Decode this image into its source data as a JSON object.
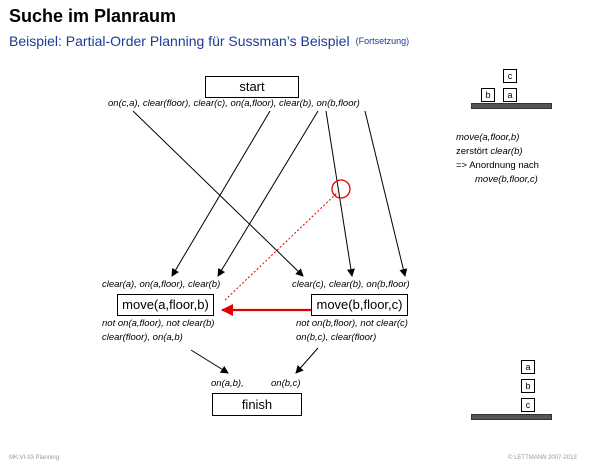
{
  "header": {
    "title": "Suche im Planraum",
    "subtitle": "Beispiel: Partial-Order Planning für Sussman’s Beispiel",
    "subtitle_note": "(Fortsetzung)"
  },
  "steps": {
    "start": "start",
    "start_effects": "on(c,a), clear(floor), clear(c), on(a,floor), clear(b), on(b,floor)",
    "move_a": "move(a,floor,b)",
    "move_a_pre": "clear(a), on(a,floor), clear(b)",
    "move_a_eff1": "not on(a,floor), not clear(b)",
    "move_a_eff2": "clear(floor), on(a,b)",
    "move_b": "move(b,floor,c)",
    "move_b_pre": "clear(c), clear(b), on(b,floor)",
    "move_b_eff1": "not on(b,floor), not clear(c)",
    "move_b_eff2": "on(b,c), clear(floor)",
    "finish": "finish",
    "finish_pre_1": "on(a,b),",
    "finish_pre_2": "on(b,c)"
  },
  "note": {
    "line1": "move(a,floor,b)",
    "line2_prefix": "zerstört ",
    "line2_italic": "clear(b)",
    "line3": "=> Anordnung nach",
    "line4": "move(b,floor,c)"
  },
  "blocks": {
    "initial": [
      "c",
      "b",
      "a"
    ],
    "goal": [
      "a",
      "b",
      "c"
    ]
  },
  "footer": {
    "left": "MK:VI-93    Planning",
    "right": "© LETTMANN 2007-2013"
  },
  "colors": {
    "subtitle": "#1f3a93",
    "threat": "#e00000",
    "table": "#555555"
  }
}
